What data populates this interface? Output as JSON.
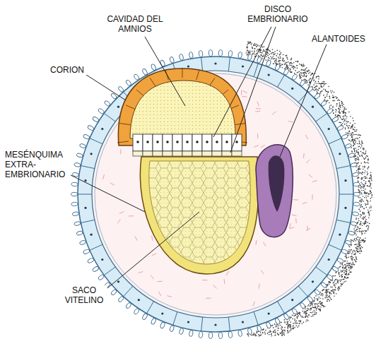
{
  "diagram": {
    "labels": [
      "DISCO EMBRIONARIO",
      "CAVIDAD DEL AMNIOS",
      "ALANTOIDES",
      "CORION",
      "MESÉNQUIMA EXTRA- EMBRIONARIO",
      "SACO VITELINO"
    ]
  }
}
